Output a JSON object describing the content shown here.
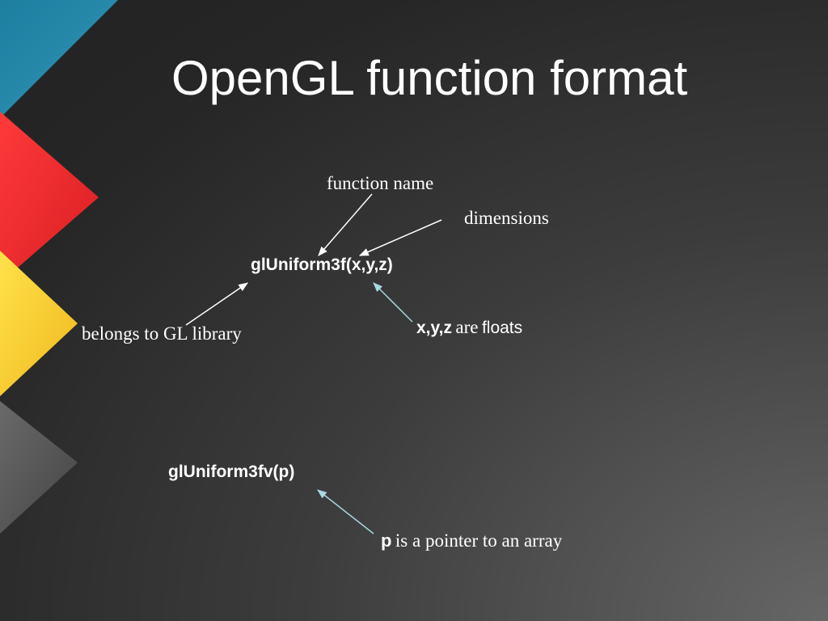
{
  "slide": {
    "title": "OpenGL function format",
    "labels": {
      "function_name": "function name",
      "dimensions": "dimensions",
      "belongs_to": "belongs to GL library",
      "xyz_bold": "x,y,z",
      "xyz_are": "are",
      "xyz_floats": "floats",
      "p_bold": "p",
      "p_rest": "is a pointer to an array"
    },
    "code": {
      "scalar_call": "glUniform3f(x,y,z)",
      "vector_call": "glUniform3fv(p)"
    }
  },
  "colors": {
    "teal": "#2a8aa8",
    "red": "#e8262a",
    "yellow": "#f5cc2a",
    "gray": "#555555",
    "arrow_white": "#ffffff",
    "arrow_cyan": "#a8d8e0"
  }
}
